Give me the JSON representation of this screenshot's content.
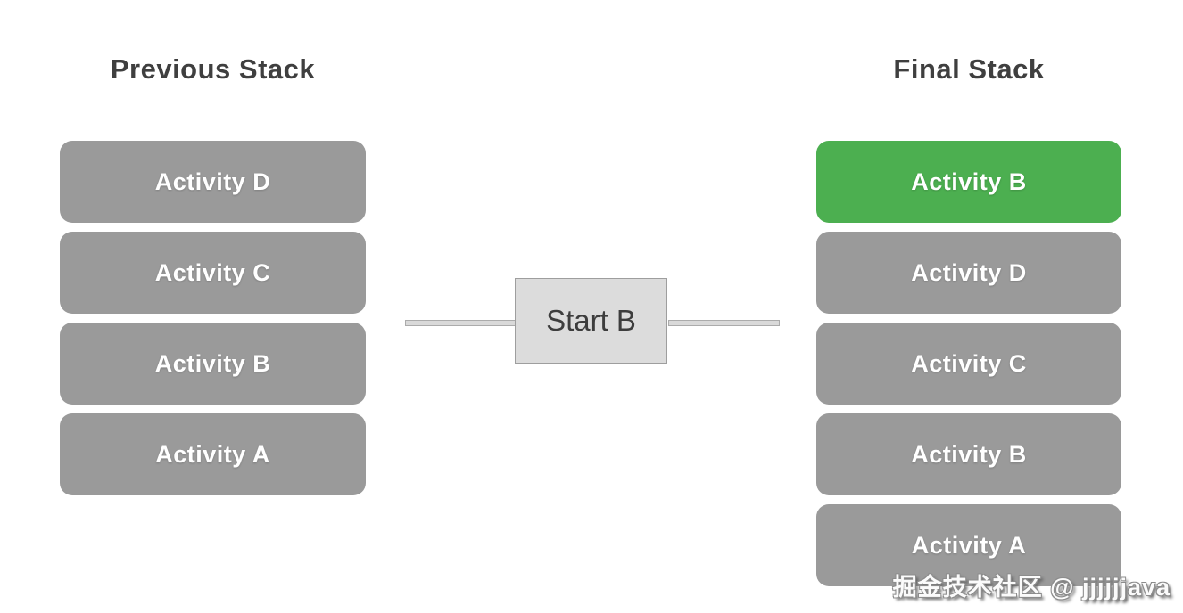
{
  "left": {
    "title": "Previous Stack",
    "boxes": [
      {
        "label": "Activity D"
      },
      {
        "label": "Activity C"
      },
      {
        "label": "Activity B"
      },
      {
        "label": "Activity A"
      }
    ]
  },
  "action": {
    "label": "Start B"
  },
  "right": {
    "title": "Final Stack",
    "boxes": [
      {
        "label": "Activity B",
        "highlight": true
      },
      {
        "label": "Activity D",
        "highlight": false
      },
      {
        "label": "Activity C",
        "highlight": false
      },
      {
        "label": "Activity B",
        "highlight": false
      },
      {
        "label": "Activity A",
        "highlight": false
      }
    ]
  },
  "watermark": "掘金技术社区 @ jjjjjjava",
  "colors": {
    "box_gray": "#9a9a9a",
    "box_green": "#4caf50",
    "box_text": "#ffffff",
    "title_text": "#3f3f3f",
    "action_bg": "#dcdcdc",
    "action_border": "#9e9e9e",
    "action_text": "#3d3d3d",
    "line_fill": "#d9d9d9",
    "line_border": "#ababab"
  }
}
